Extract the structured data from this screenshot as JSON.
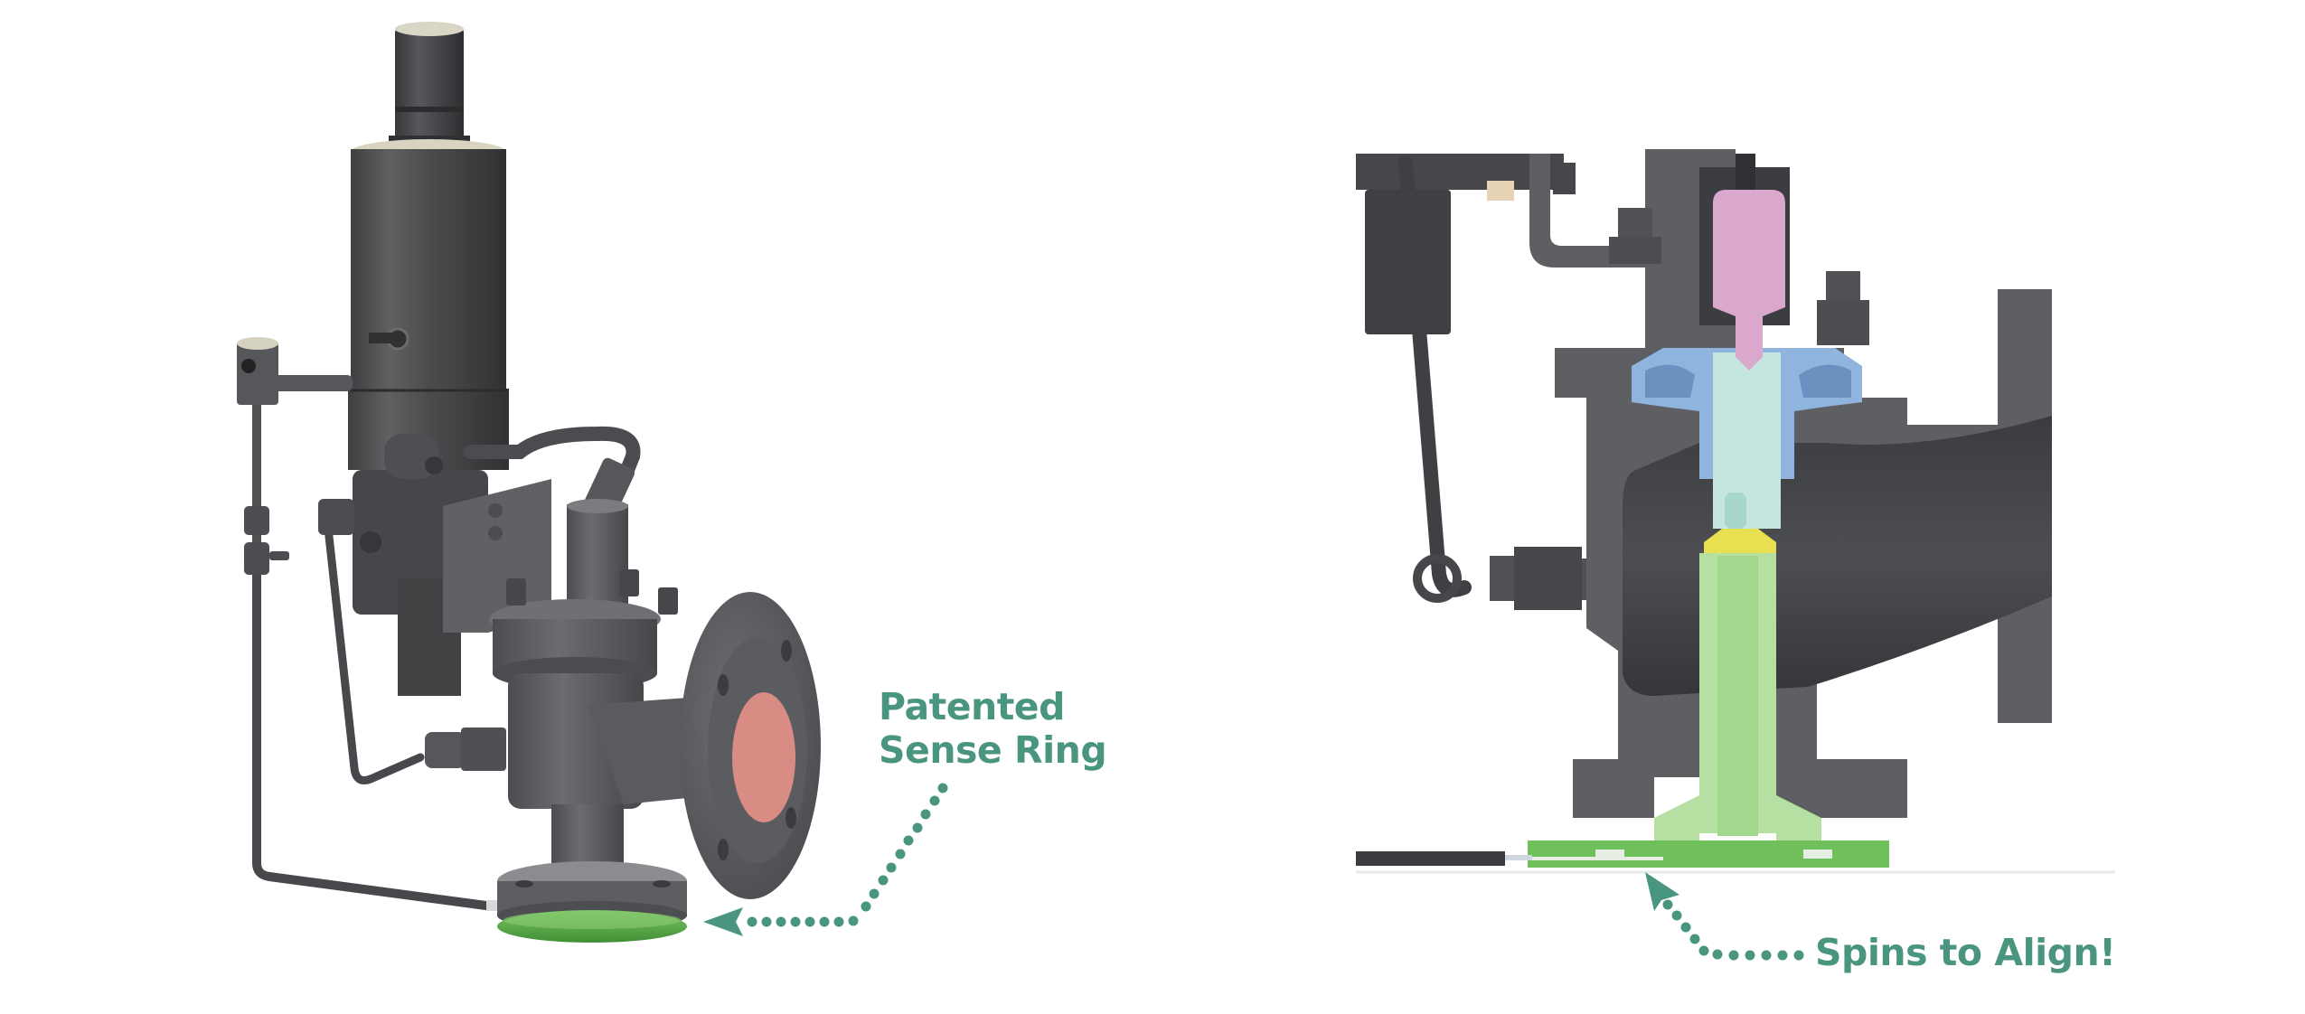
{
  "figure": {
    "background": "#ffffff",
    "accent_color": "#4a9580",
    "panels": [
      {
        "id": "left",
        "subject": "pilot-operated pressure relief valve, exterior 3D render",
        "callout": {
          "lines": [
            "Patented",
            "Sense Ring"
          ],
          "arrow": "dotted-arrow-pointing-left-to-green-ring"
        },
        "highlight_color": "#5fa84a",
        "outlet_bore_color": "#d98c84"
      },
      {
        "id": "right",
        "subject": "valve cross-section cutaway",
        "callout": {
          "text": "Spins to Align!",
          "arrow": "dotted-arrow-pointing-up-left-to-sense-ring"
        },
        "part_colors": {
          "body": "#5d5f63",
          "piston": "#d9a8cc",
          "nozzle_guide": "#8fb4dd",
          "seat_holder": "#c4e6df",
          "seat": "#e8e050",
          "nozzle": "#b6e0a2",
          "sense_ring": "#6fbf5a"
        }
      }
    ]
  }
}
